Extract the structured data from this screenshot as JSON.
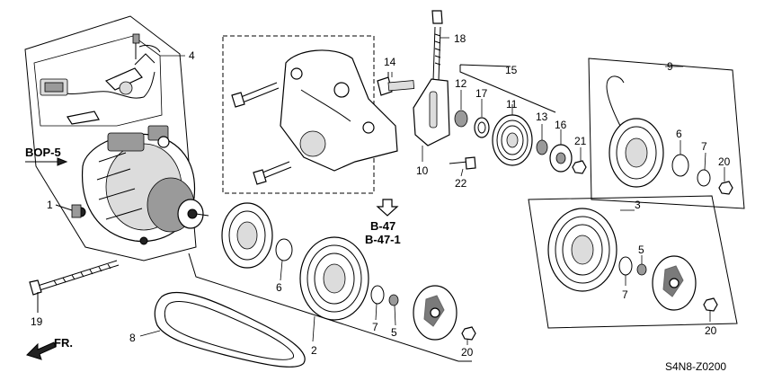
{
  "callouts": {
    "c1": "1",
    "c2": "2",
    "c3": "3",
    "c4": "4",
    "c5a": "5",
    "c5b": "5",
    "c6a": "6",
    "c6b": "6",
    "c7a": "7",
    "c7b": "7",
    "c7c": "7",
    "c8": "8",
    "c9": "9",
    "c10": "10",
    "c11": "11",
    "c12": "12",
    "c13": "13",
    "c14": "14",
    "c15": "15",
    "c16": "16",
    "c17": "17",
    "c18": "18",
    "c19": "19",
    "c20a": "20",
    "c20b": "20",
    "c20c": "20",
    "c21": "21",
    "c22": "22"
  },
  "refs": {
    "bop": "BOP-5",
    "b47": "B-47",
    "b471": "B-47-1",
    "front": "FR."
  },
  "diagram_code": "S4N8-Z0200"
}
